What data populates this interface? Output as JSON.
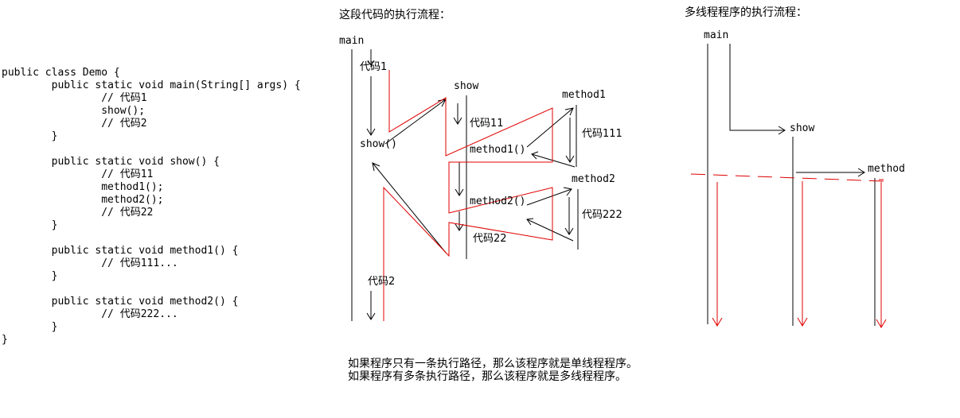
{
  "code": {
    "lines": [
      "",
      "public class Demo {",
      "\tpublic static void main(String[] args) {",
      "\t\t// 代码1",
      "\t\tshow();",
      "\t\t// 代码2",
      "\t}",
      "",
      "\tpublic static void show() {",
      "\t\t// 代码11",
      "\t\tmethod1();",
      "\t\tmethod2();",
      "\t\t// 代码22",
      "\t}",
      "",
      "\tpublic static void method1() {",
      "\t\t// 代码111...",
      "\t}",
      "",
      "\tpublic static void method2() {",
      "\t\t// 代码222...",
      "\t}",
      "}"
    ]
  },
  "single_flow": {
    "title": "这段代码的执行流程：",
    "main_label": "main",
    "code1": "代码1",
    "show_call": "show()",
    "code2": "代码2",
    "show_label": "show",
    "code11": "代码11",
    "method1_call": "method1()",
    "method2_call": "method2()",
    "code22": "代码22",
    "method1_label": "method1",
    "code111": "代码111",
    "method2_label": "method2",
    "code222": "代码222"
  },
  "multi_flow": {
    "title": "多线程程序的执行流程：",
    "main_label": "main",
    "show_label": "show",
    "method_label": "method"
  },
  "notes": {
    "line1": "如果程序只有一条执行路径，那么该程序就是单线程程序。",
    "line2": "如果程序有多条执行路径，那么该程序就是多线程程序。"
  },
  "colors": {
    "ink": "#000000",
    "path_red": "#e00000",
    "background": "#ffffff"
  }
}
